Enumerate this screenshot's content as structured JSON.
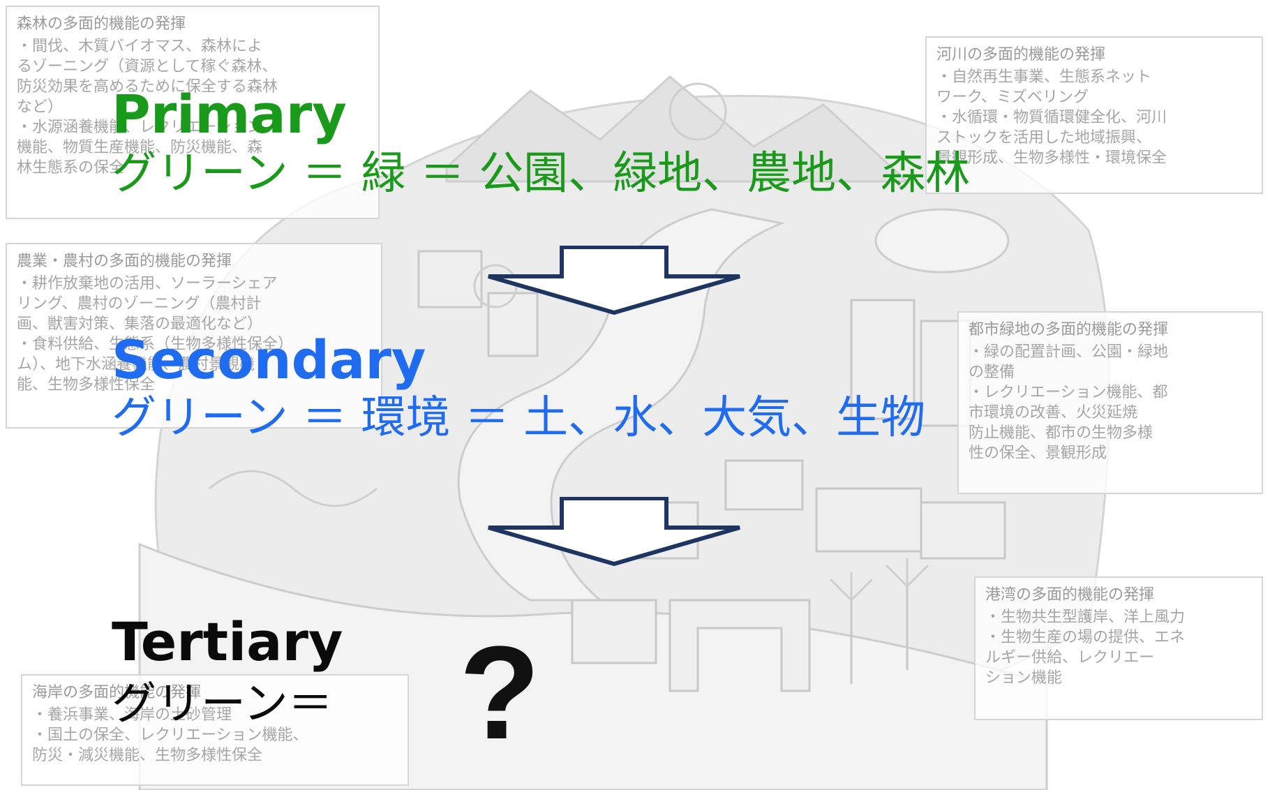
{
  "boxes": {
    "forest": {
      "title": "森林の多面的機能の発揮",
      "items": [
        "・間伐、木質バイオマス、森林によ\nるゾーニング（資源として稼ぐ森林、\n防災効果を高めるために保全する森林\nなど）",
        "・水源涵養機能、レクリエーション\n機能、物質生産機能、防災機能、森\n林生態系の保全"
      ]
    },
    "river": {
      "title": "河川の多面的機能の発揮",
      "items": [
        "・自然再生事業、生態系ネット\nワーク、ミズベリング",
        "・水循環・物質循環健全化、河川\nストックを活用した地域振興、\n景観形成、生物多様性・環境保全"
      ]
    },
    "agri": {
      "title": "農業・農村の多面的機能の発揮",
      "items": [
        "・耕作放棄地の活用、ソーラーシェア\nリング、農村のゾーニング（農村計\n画、獣害対策、集落の最適化など）",
        "・食料供給、生態系（生物多様性保全）\nム）、地下水涵養機能、農村景観機\n能、生物多様性保全"
      ]
    },
    "urban": {
      "title": "都市緑地の多面的機能の発揮",
      "items": [
        "・緑の配置計画、公園・緑地\nの整備",
        "・レクリエーション機能、都\n市環境の改善、火災延焼\n防止機能、都市の生物多様\n性の保全、景観形成"
      ]
    },
    "port": {
      "title": "港湾の多面的機能の発揮",
      "items": [
        "・生物共生型護岸、洋上風力",
        "・生物生産の場の提供、エネ\nルギー供給、レクリエー\nション機能"
      ]
    },
    "coast": {
      "title": "海岸の多面的機能の発揮",
      "items": [
        "・養浜事業、海岸の土砂管理",
        "・国土の保全、レクリエーション機能、\n防災・減災機能、生物多様性保全"
      ]
    }
  },
  "tiers": {
    "primary": {
      "label": "Primary",
      "equation": "グリーン ＝ 緑 ＝ 公園、緑地、農地、森林",
      "color": "#1a9a1a"
    },
    "secondary": {
      "label": "Secondary",
      "equation": "グリーン ＝ 環境 ＝ 土、水、大気、生物",
      "color": "#1f6cf0"
    },
    "tertiary": {
      "label": "Tertiary",
      "equation": "グリーン＝",
      "color": "#0a0a0a"
    }
  },
  "question_mark": "?",
  "arrow_color": "#1e3461"
}
